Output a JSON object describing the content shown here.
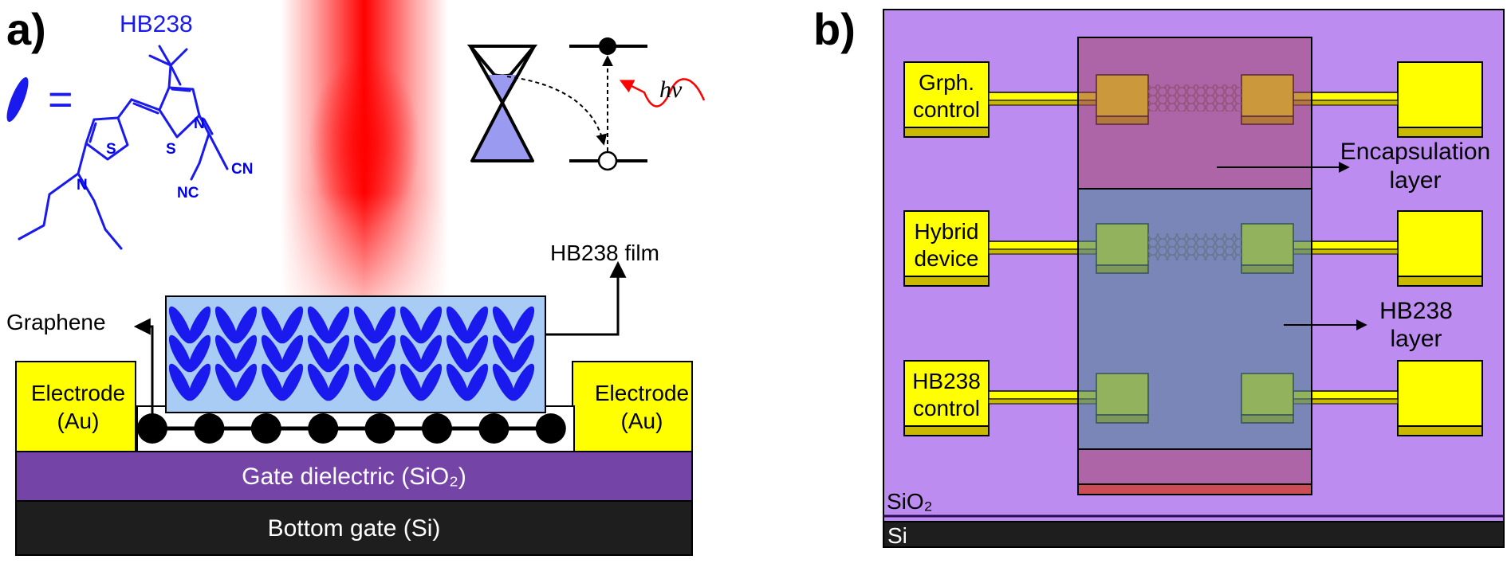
{
  "panel_a": {
    "label": "a)",
    "molecule_name": "HB238",
    "molecule_symbol": "=",
    "atoms": {
      "s1": "S",
      "s2": "S",
      "n_ring": "N",
      "n_amine": "N",
      "cn_right": "CN",
      "nc_left": "NC"
    },
    "photon_label": "hν",
    "film_callout": "HB238 film",
    "graphene_callout": "Graphene",
    "electrode_left": {
      "line1": "Electrode",
      "line2": "(Au)"
    },
    "electrode_right": {
      "line1": "Electrode",
      "line2": "(Au)"
    },
    "gate_dielectric": "Gate dielectric (SiO₂)",
    "bottom_gate": "Bottom gate (Si)",
    "colors": {
      "molecule": "#1a1aee",
      "film": "#a8ccf4",
      "electrode": "#ffff00",
      "dielectric": "#7444a6",
      "gate": "#1e1e1e",
      "laser": "#ff0000"
    }
  },
  "panel_b": {
    "label": "b)",
    "rows": [
      {
        "line1": "Grph.",
        "line2": "control"
      },
      {
        "line1": "Hybrid",
        "line2": "device"
      },
      {
        "line1": "HB238",
        "line2": "control"
      }
    ],
    "encapsulation_callout": {
      "line1": "Encapsulation",
      "line2": "layer"
    },
    "hb238_callout": {
      "line1": "HB238",
      "line2": "layer"
    },
    "substrate_oxide": "SiO₂",
    "substrate_si": "Si",
    "colors": {
      "substrate": "#bd8cf0",
      "pad": "#ffff00",
      "pad_shadow": "#c9b800",
      "encapsulation": "rgba(160,70,110,0.55)",
      "hb238": "rgba(80,130,150,0.6)"
    }
  }
}
